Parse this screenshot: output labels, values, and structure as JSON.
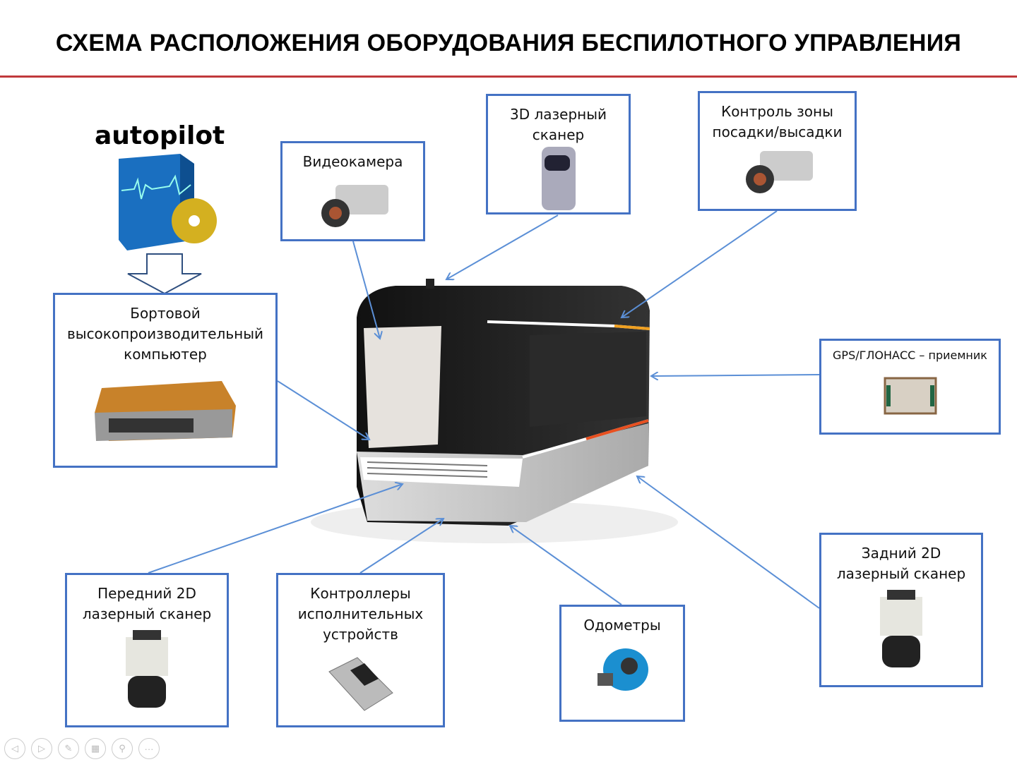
{
  "title": "СХЕМА РАСПОЛОЖЕНИЯ ОБОРУДОВАНИЯ БЕСПИЛОТНОГО УПРАВЛЕНИЯ",
  "autopilot": "autopilot",
  "boxes": {
    "camera": "Видеокамера",
    "scanner3d": [
      "3D лазерный",
      "сканер"
    ],
    "boarding": [
      "Контроль зоны",
      "посадки/высадки"
    ],
    "computer": [
      "Бортовой",
      "высокопроизводительный",
      "компьютер"
    ],
    "gps": "GPS/ГЛОНАСС – приемник",
    "front2d": [
      "Передний 2D",
      "лазерный сканер"
    ],
    "controllers": [
      "Контроллеры",
      "исполнительных",
      "устройств"
    ],
    "odometers": "Одометры",
    "rear2d": [
      "Задний 2D",
      "лазерный сканер"
    ]
  },
  "colors": {
    "border": "#4472c4",
    "arrow": "#5b8fd6",
    "rule": "#c0393b"
  },
  "nav": [
    "prev-icon",
    "next-icon",
    "pen-icon",
    "slides-icon",
    "zoom-icon",
    "more-icon"
  ]
}
